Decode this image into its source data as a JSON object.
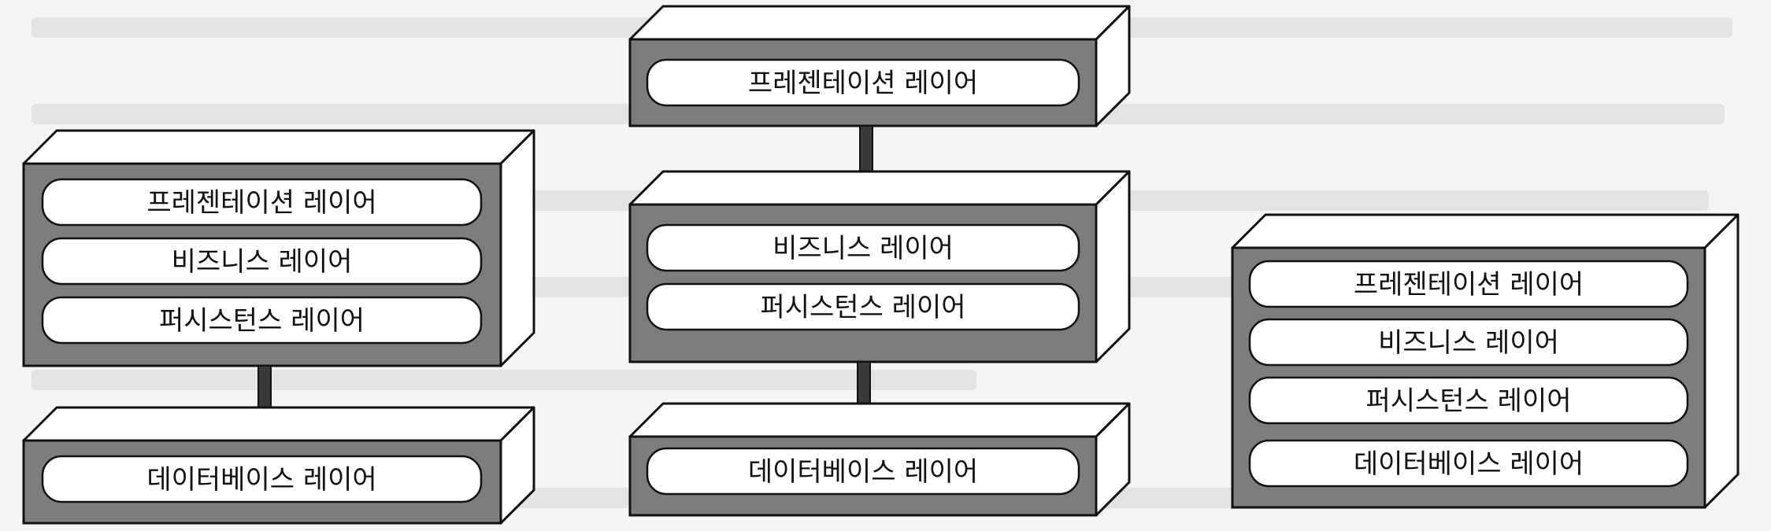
{
  "colors": {
    "box_front": "#7d7d7d",
    "box_top": "#ffffff",
    "box_side": "#ffffff",
    "outline": "#111111",
    "pill_fill": "#ffffff",
    "arrow": "#3a3a3a",
    "text": "#111111"
  },
  "diagrams": [
    {
      "name": "left-stack",
      "boxes": [
        {
          "name": "box-left-upper",
          "layers": [
            "프레젠테이션 레이어",
            "비즈니스 레이어",
            "퍼시스턴스 레이어"
          ]
        },
        {
          "name": "box-left-lower",
          "layers": [
            "데이터베이스 레이어"
          ]
        }
      ],
      "arrows": [
        {
          "from": 0,
          "to": 1
        }
      ]
    },
    {
      "name": "middle-stack",
      "boxes": [
        {
          "name": "box-middle-top",
          "layers": [
            "프레젠테이션 레이어"
          ]
        },
        {
          "name": "box-middle-center",
          "layers": [
            "비즈니스 레이어",
            "퍼시스턴스 레이어"
          ]
        },
        {
          "name": "box-middle-bottom",
          "layers": [
            "데이터베이스 레이어"
          ]
        }
      ],
      "arrows": [
        {
          "from": 0,
          "to": 1
        },
        {
          "from": 1,
          "to": 2
        }
      ]
    },
    {
      "name": "right-stack",
      "boxes": [
        {
          "name": "box-right",
          "layers": [
            "프레젠테이션 레이어",
            "비즈니스 레이어",
            "퍼시스턴스 레이어",
            "데이터베이스 레이어"
          ]
        }
      ],
      "arrows": []
    }
  ]
}
